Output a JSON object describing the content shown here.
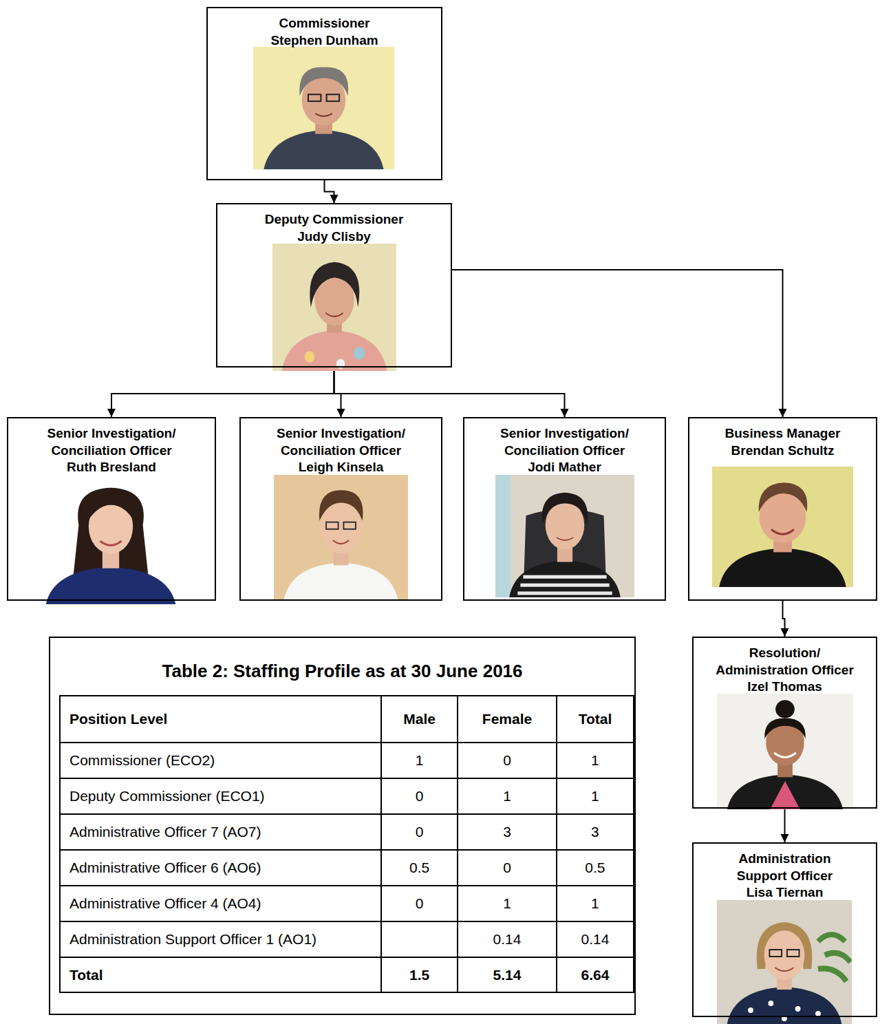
{
  "diagram": {
    "nodes": [
      {
        "text": [
          "Commissioner",
          "Stephen Dunham"
        ]
      },
      {
        "text": [
          "Deputy Commissioner",
          "Judy Clisby"
        ]
      },
      {
        "text": [
          "Senior Investigation/ Conciliation Officer",
          "Ruth Bresland"
        ]
      },
      {
        "text": [
          "Senior Investigation/ Conciliation Officer",
          "Leigh Kinsela"
        ]
      },
      {
        "text": [
          "Senior Investigation/ Conciliation Officer",
          "Jodi Mather"
        ]
      },
      {
        "text": [
          "Business Manager",
          "Brendan Schultz"
        ]
      },
      {
        "text": [
          "Table 2: Staffing Profile as at 30 June 2016"
        ]
      },
      {
        "text": [
          "Resolution/ Administration Officer",
          "Izel Thomas"
        ]
      },
      {
        "text": [
          "Administration Support Officer",
          "Lisa Tiernan"
        ]
      }
    ],
    "edges": [
      {
        "from": 0,
        "to": 1,
        "arrow": "to"
      },
      {
        "from": 1,
        "to": 2,
        "arrow": "to"
      },
      {
        "from": 1,
        "to": 3,
        "arrow": "to"
      },
      {
        "from": 1,
        "to": 4,
        "arrow": "to"
      },
      {
        "from": 1,
        "to": 5,
        "arrow": "to"
      },
      {
        "from": 5,
        "to": 7,
        "arrow": "to"
      },
      {
        "from": 7,
        "to": 8,
        "arrow": "to"
      }
    ],
    "labels": [
      "Position Level",
      "Male",
      "Female",
      "Total",
      "Commissioner (ECO2)",
      "1",
      "0",
      "1",
      "Deputy Commissioner (ECO1)",
      "0",
      "1",
      "1",
      "Administrative Officer 7 (AO7)",
      "0",
      "3",
      "3",
      "Administrative Officer 6 (AO6)",
      "0.5",
      "0",
      "0.5",
      "Administrative Officer 4 (AO4)",
      "0",
      "1",
      "1",
      "Administration Support Officer 1 (AO1)",
      "0.14",
      "0.14",
      "Total",
      "1.5",
      "5.14",
      "6.64"
    ]
  }
}
